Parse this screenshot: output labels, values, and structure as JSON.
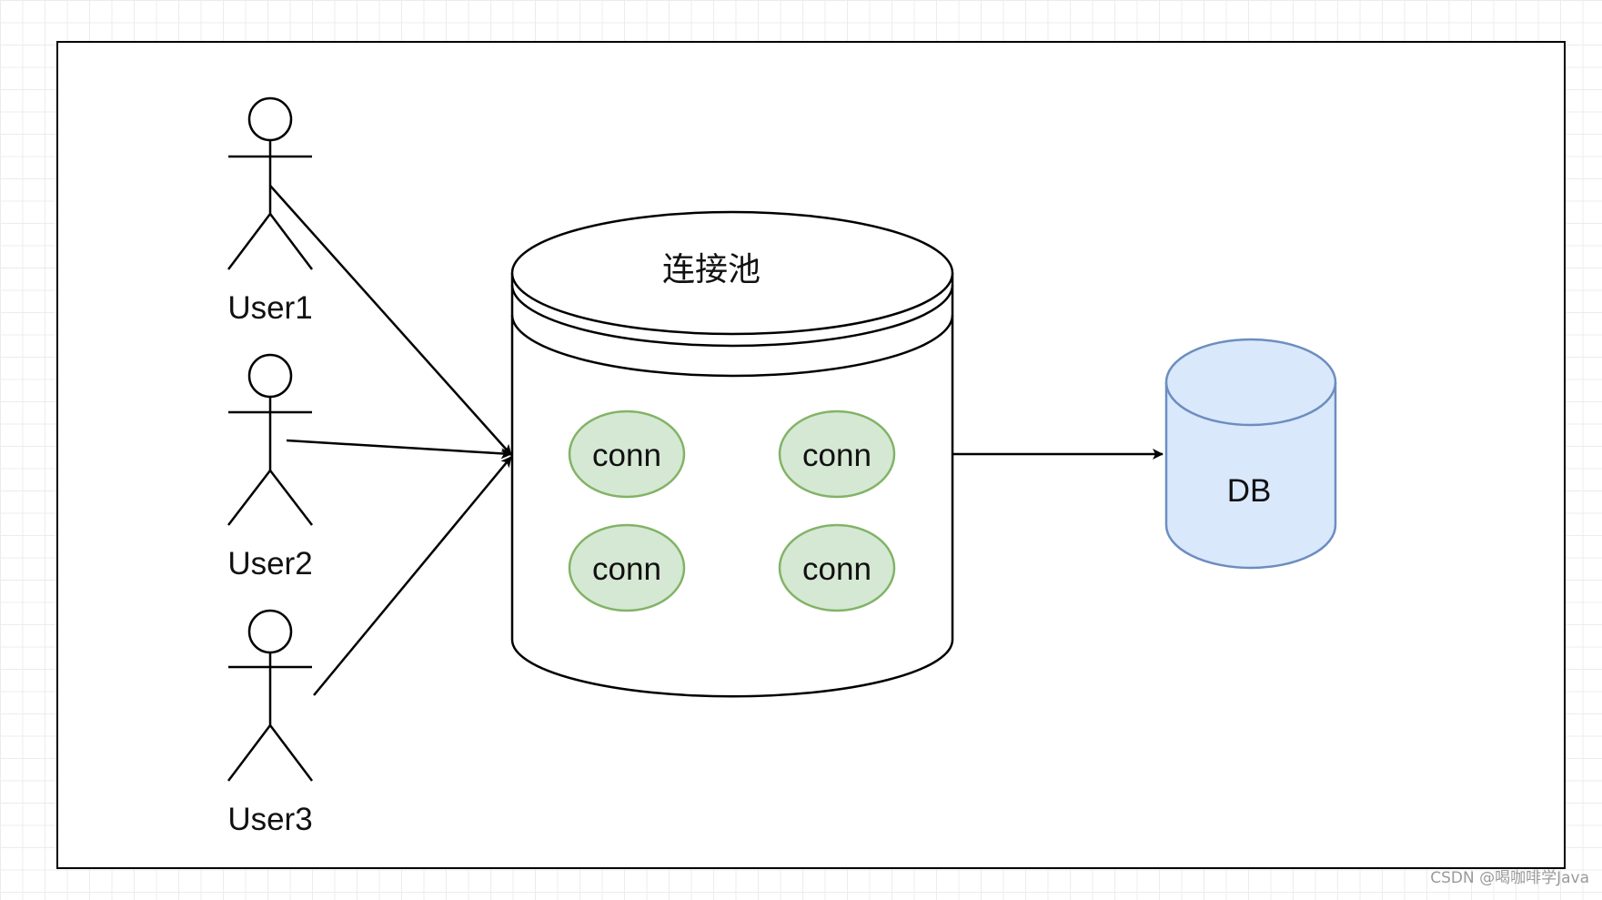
{
  "actors": [
    {
      "label": "User1"
    },
    {
      "label": "User2"
    },
    {
      "label": "User3"
    }
  ],
  "pool": {
    "title": "连接池",
    "connections": [
      "conn",
      "conn",
      "conn",
      "conn"
    ],
    "connection_fill": "#d5e8d4",
    "connection_stroke": "#82b366"
  },
  "database": {
    "label": "DB",
    "fill": "#dae8fc",
    "stroke": "#6c8ebf"
  },
  "edges": [
    {
      "from": "User1",
      "to": "连接池"
    },
    {
      "from": "User2",
      "to": "连接池"
    },
    {
      "from": "User3",
      "to": "连接池"
    },
    {
      "from": "连接池",
      "to": "DB"
    }
  ],
  "watermark": "CSDN @喝咖啡学Java"
}
